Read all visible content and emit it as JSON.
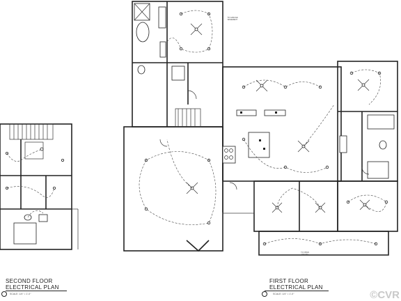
{
  "plans": {
    "second_floor": {
      "title": "SECOND FLOOR\nELECTRICAL PLAN",
      "scale": "SCALE: 1/4\" = 1'-0\""
    },
    "first_floor": {
      "title": "FIRST FLOOR\nELECTRICAL PLAN",
      "scale": "SCALE: 1/4\" = 1'-0\""
    }
  },
  "notes": {
    "top_note": "TO GARAGE\nBASEMENT",
    "bottom_note": "TO OPEN\nCEILING"
  },
  "watermark": "©CVR"
}
